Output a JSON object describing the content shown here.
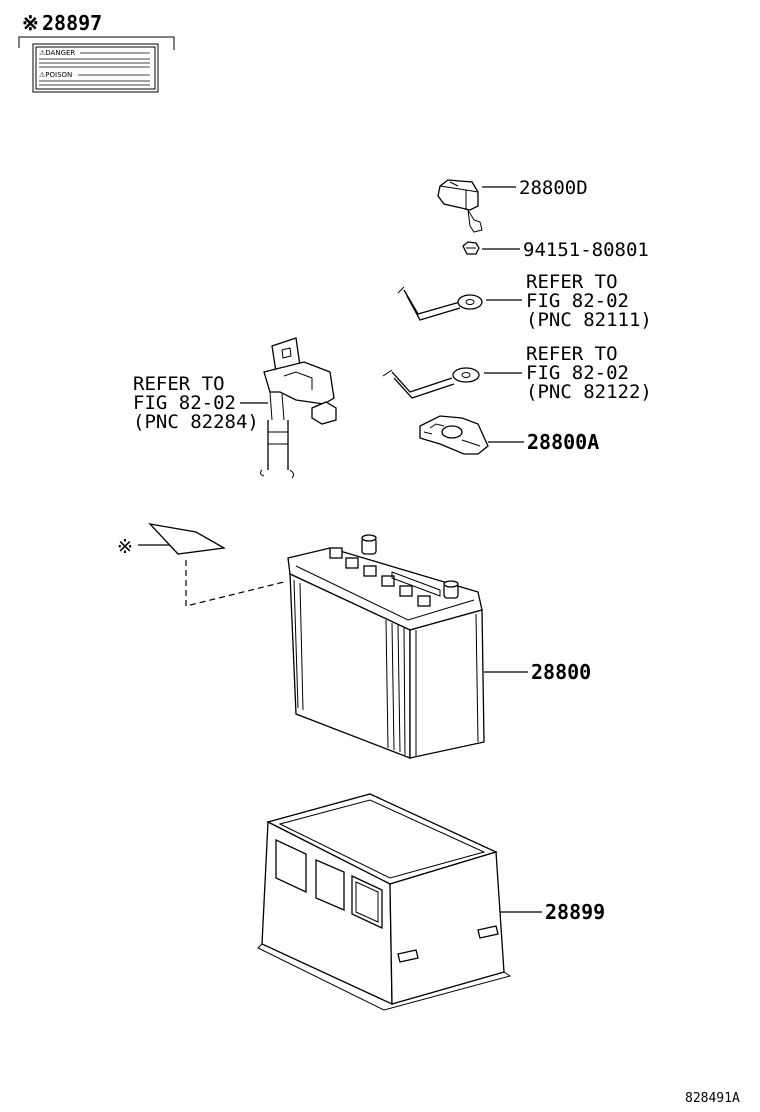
{
  "title_part": {
    "mark": "※",
    "number": "28897"
  },
  "caution_label": {
    "line1": "⚠DANGER",
    "line2": "⚠POISON"
  },
  "asterisk_mark": "※",
  "parts": {
    "cover": "28800D",
    "nut": "94151-80801",
    "cable_pos": {
      "l1": "REFER TO",
      "l2": "FIG 82-02",
      "l3": "(PNC 82111)"
    },
    "cable_neg": {
      "l1": "REFER TO",
      "l2": "FIG 82-02",
      "l3": "(PNC 82122)"
    },
    "sensor": {
      "l1": "REFER TO",
      "l2": "FIG 82-02",
      "l3": "(PNC 82284)"
    },
    "clamp": "28800A",
    "battery": "28800",
    "tray": "28899"
  },
  "figure_code": "828491A"
}
